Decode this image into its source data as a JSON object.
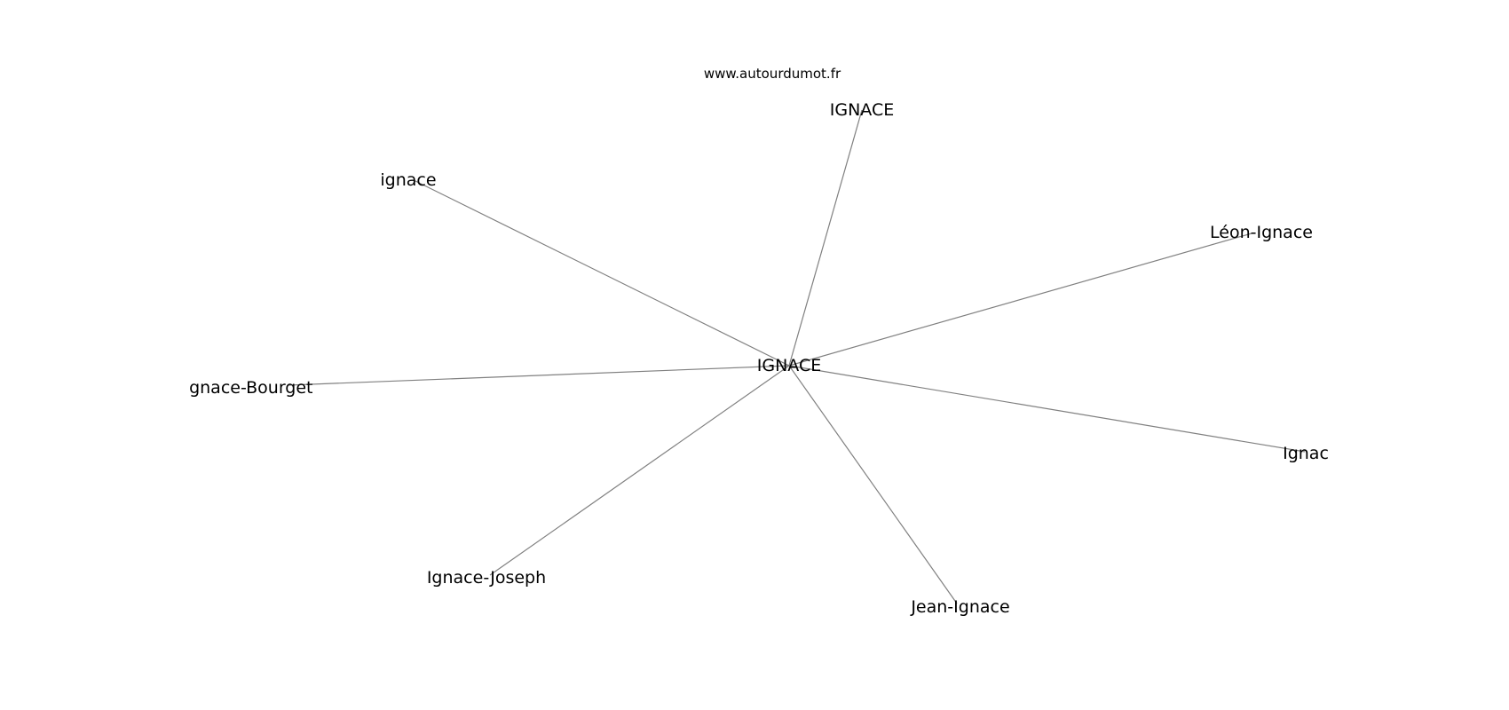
{
  "watermark": "www.autourdumot.fr",
  "graph": {
    "center": {
      "id": "center",
      "label": "IGNACE"
    },
    "nodes": [
      {
        "id": "n1",
        "label": "IGNACE"
      },
      {
        "id": "n2",
        "label": "ignace"
      },
      {
        "id": "n3",
        "label": "Léon-Ignace"
      },
      {
        "id": "n4",
        "label": "Ignace-Bourget"
      },
      {
        "id": "n5",
        "label": "Ignac"
      },
      {
        "id": "n6",
        "label": "Ignace-Joseph"
      },
      {
        "id": "n7",
        "label": "Jean-Ignace"
      }
    ],
    "edges": [
      {
        "from": "center",
        "to": "n1"
      },
      {
        "from": "center",
        "to": "n2"
      },
      {
        "from": "center",
        "to": "n3"
      },
      {
        "from": "center",
        "to": "n4"
      },
      {
        "from": "center",
        "to": "n5"
      },
      {
        "from": "center",
        "to": "n6"
      },
      {
        "from": "center",
        "to": "n7"
      }
    ]
  }
}
